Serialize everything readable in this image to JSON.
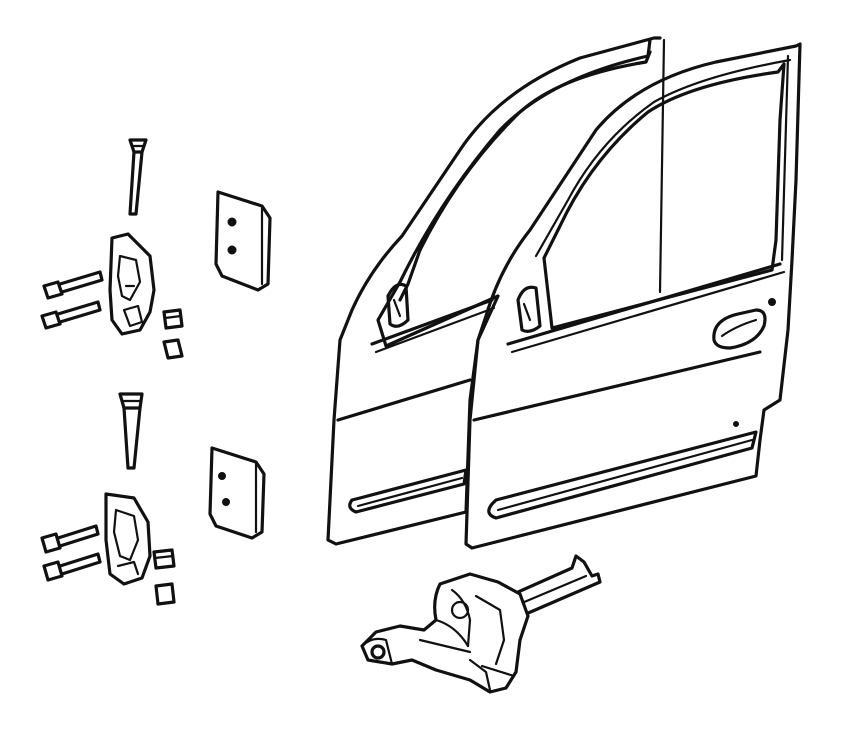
{
  "diagram": {
    "subject": "door-assembly-exploded-view",
    "line_color": "#111111",
    "background_color": "#ffffff",
    "parts": [
      {
        "id": "upper-hinge-pin",
        "icon": "hinge-pin-icon"
      },
      {
        "id": "upper-hinge-body",
        "icon": "hinge-icon"
      },
      {
        "id": "upper-hinge-bolts",
        "icon": "bolt-icon"
      },
      {
        "id": "upper-hinge-bushings",
        "icon": "bushing-icon"
      },
      {
        "id": "upper-hinge-plate",
        "icon": "plate-icon"
      },
      {
        "id": "lower-hinge-pin",
        "icon": "hinge-pin-icon"
      },
      {
        "id": "lower-hinge-body",
        "icon": "hinge-icon"
      },
      {
        "id": "lower-hinge-bolts",
        "icon": "bolt-icon"
      },
      {
        "id": "lower-hinge-bushings",
        "icon": "bushing-icon"
      },
      {
        "id": "lower-hinge-plate",
        "icon": "plate-icon"
      },
      {
        "id": "door-shell-rear",
        "icon": "door-icon"
      },
      {
        "id": "door-shell-front",
        "icon": "door-icon"
      },
      {
        "id": "door-check-strap",
        "icon": "check-strap-icon"
      }
    ]
  }
}
